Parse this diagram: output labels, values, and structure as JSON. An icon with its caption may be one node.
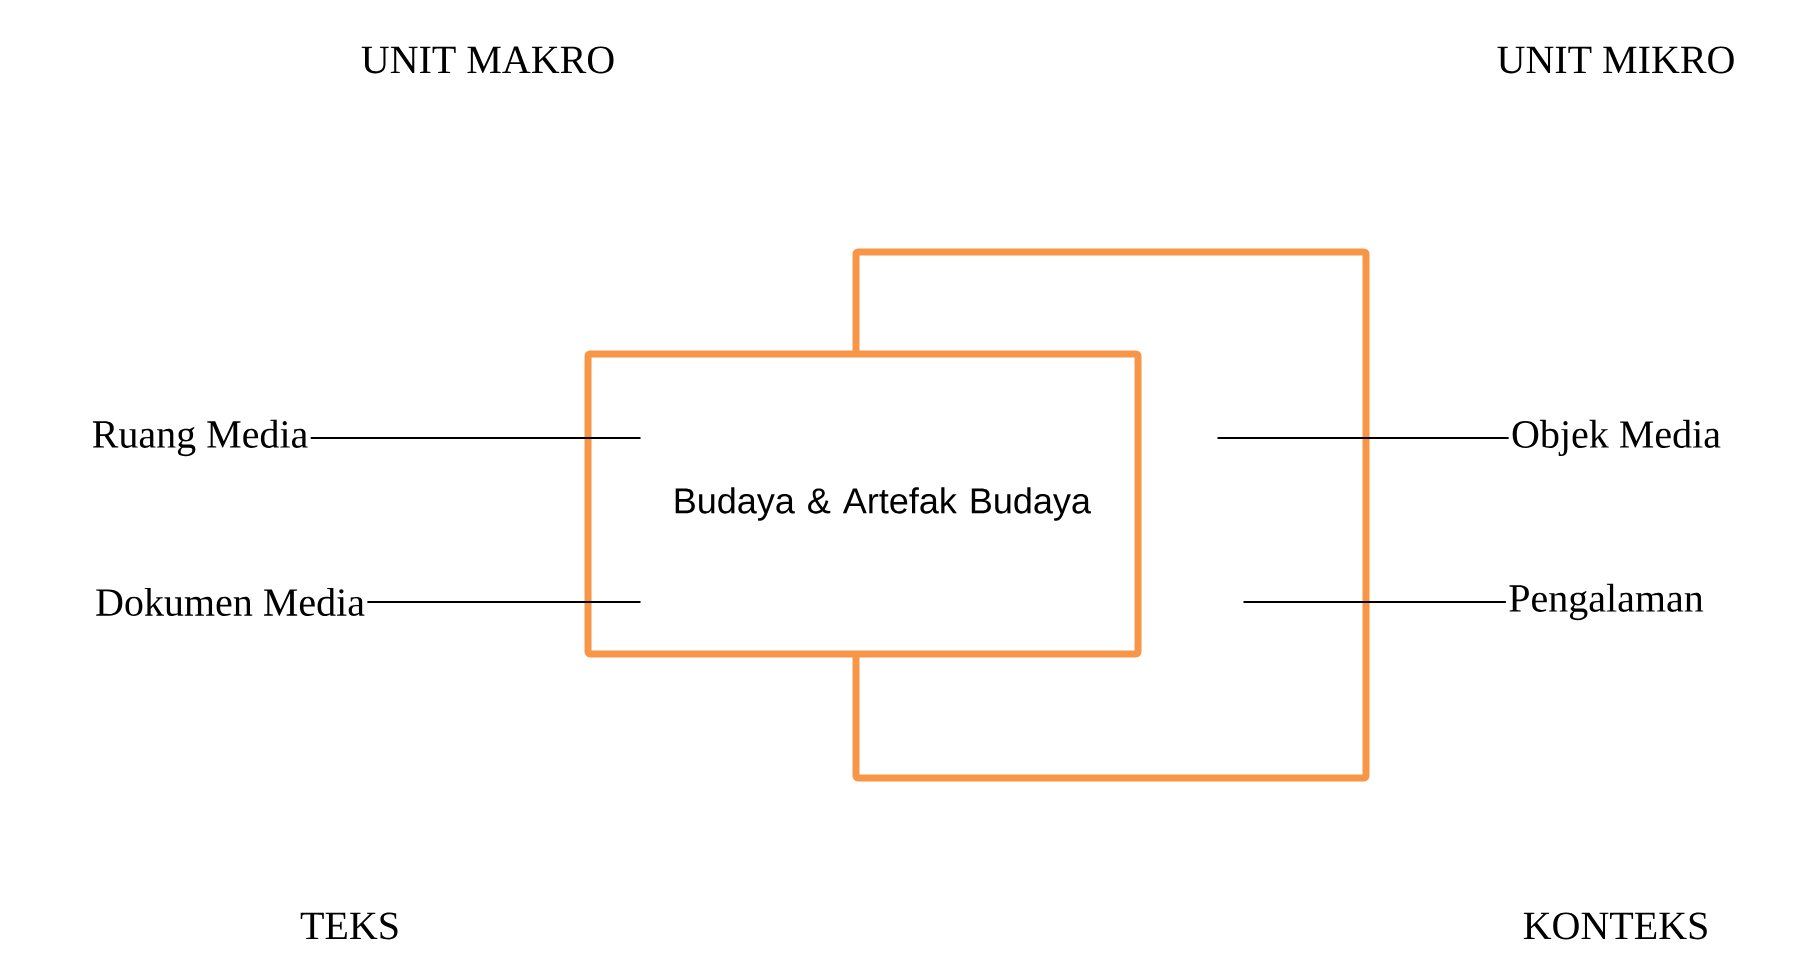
{
  "diagram": {
    "nodes": [
      {
        "text": [
          "Budaya & Artefak Budaya"
        ]
      },
      {
        "text": [],
        "shape": "box"
      },
      {
        "text": [
          "Ruang Media"
        ]
      },
      {
        "text": [
          "Dokumen Media"
        ]
      },
      {
        "text": [
          "Objek Media"
        ]
      },
      {
        "text": [
          "Pengalaman"
        ]
      }
    ],
    "edges": [
      {
        "from": 2,
        "to": 0,
        "arrow": "none"
      },
      {
        "from": 3,
        "to": 0,
        "arrow": "none"
      },
      {
        "from": 4,
        "to": 1,
        "arrow": "none"
      },
      {
        "from": 5,
        "to": 1,
        "arrow": "none"
      }
    ],
    "labels": [
      "UNIT MAKRO",
      "UNIT MIKRO",
      "TEKS",
      "KONTEKS"
    ]
  }
}
